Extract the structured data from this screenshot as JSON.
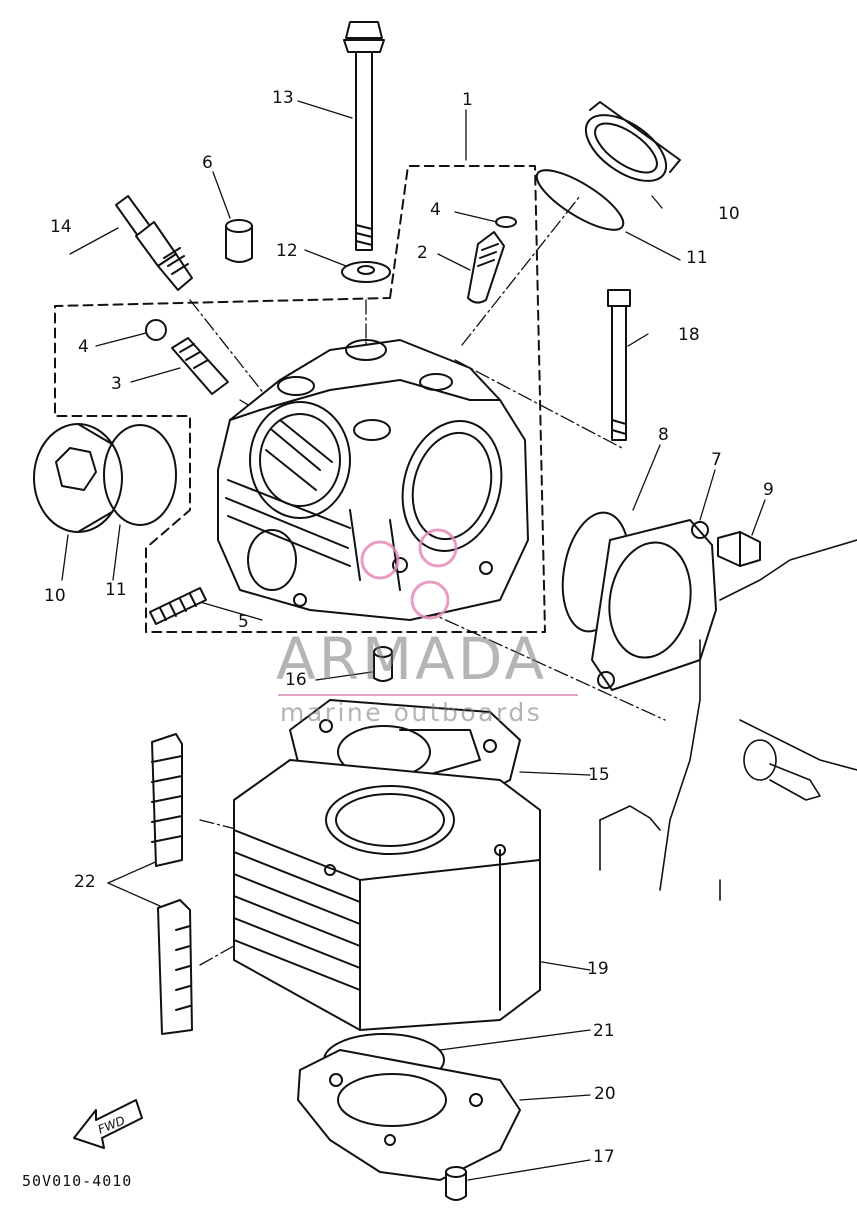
{
  "diagram": {
    "callouts": [
      "1",
      "2",
      "3",
      "4",
      "4",
      "5",
      "6",
      "7",
      "8",
      "9",
      "10",
      "10",
      "11",
      "11",
      "12",
      "13",
      "14",
      "15",
      "16",
      "17",
      "18",
      "19",
      "20",
      "21",
      "22"
    ],
    "watermark": {
      "brand": "ARMADA",
      "tagline": "marine outboards",
      "accent_color": "#e48cbc"
    },
    "direction_label": "FWD",
    "drawing_code": "50V010-4010"
  }
}
